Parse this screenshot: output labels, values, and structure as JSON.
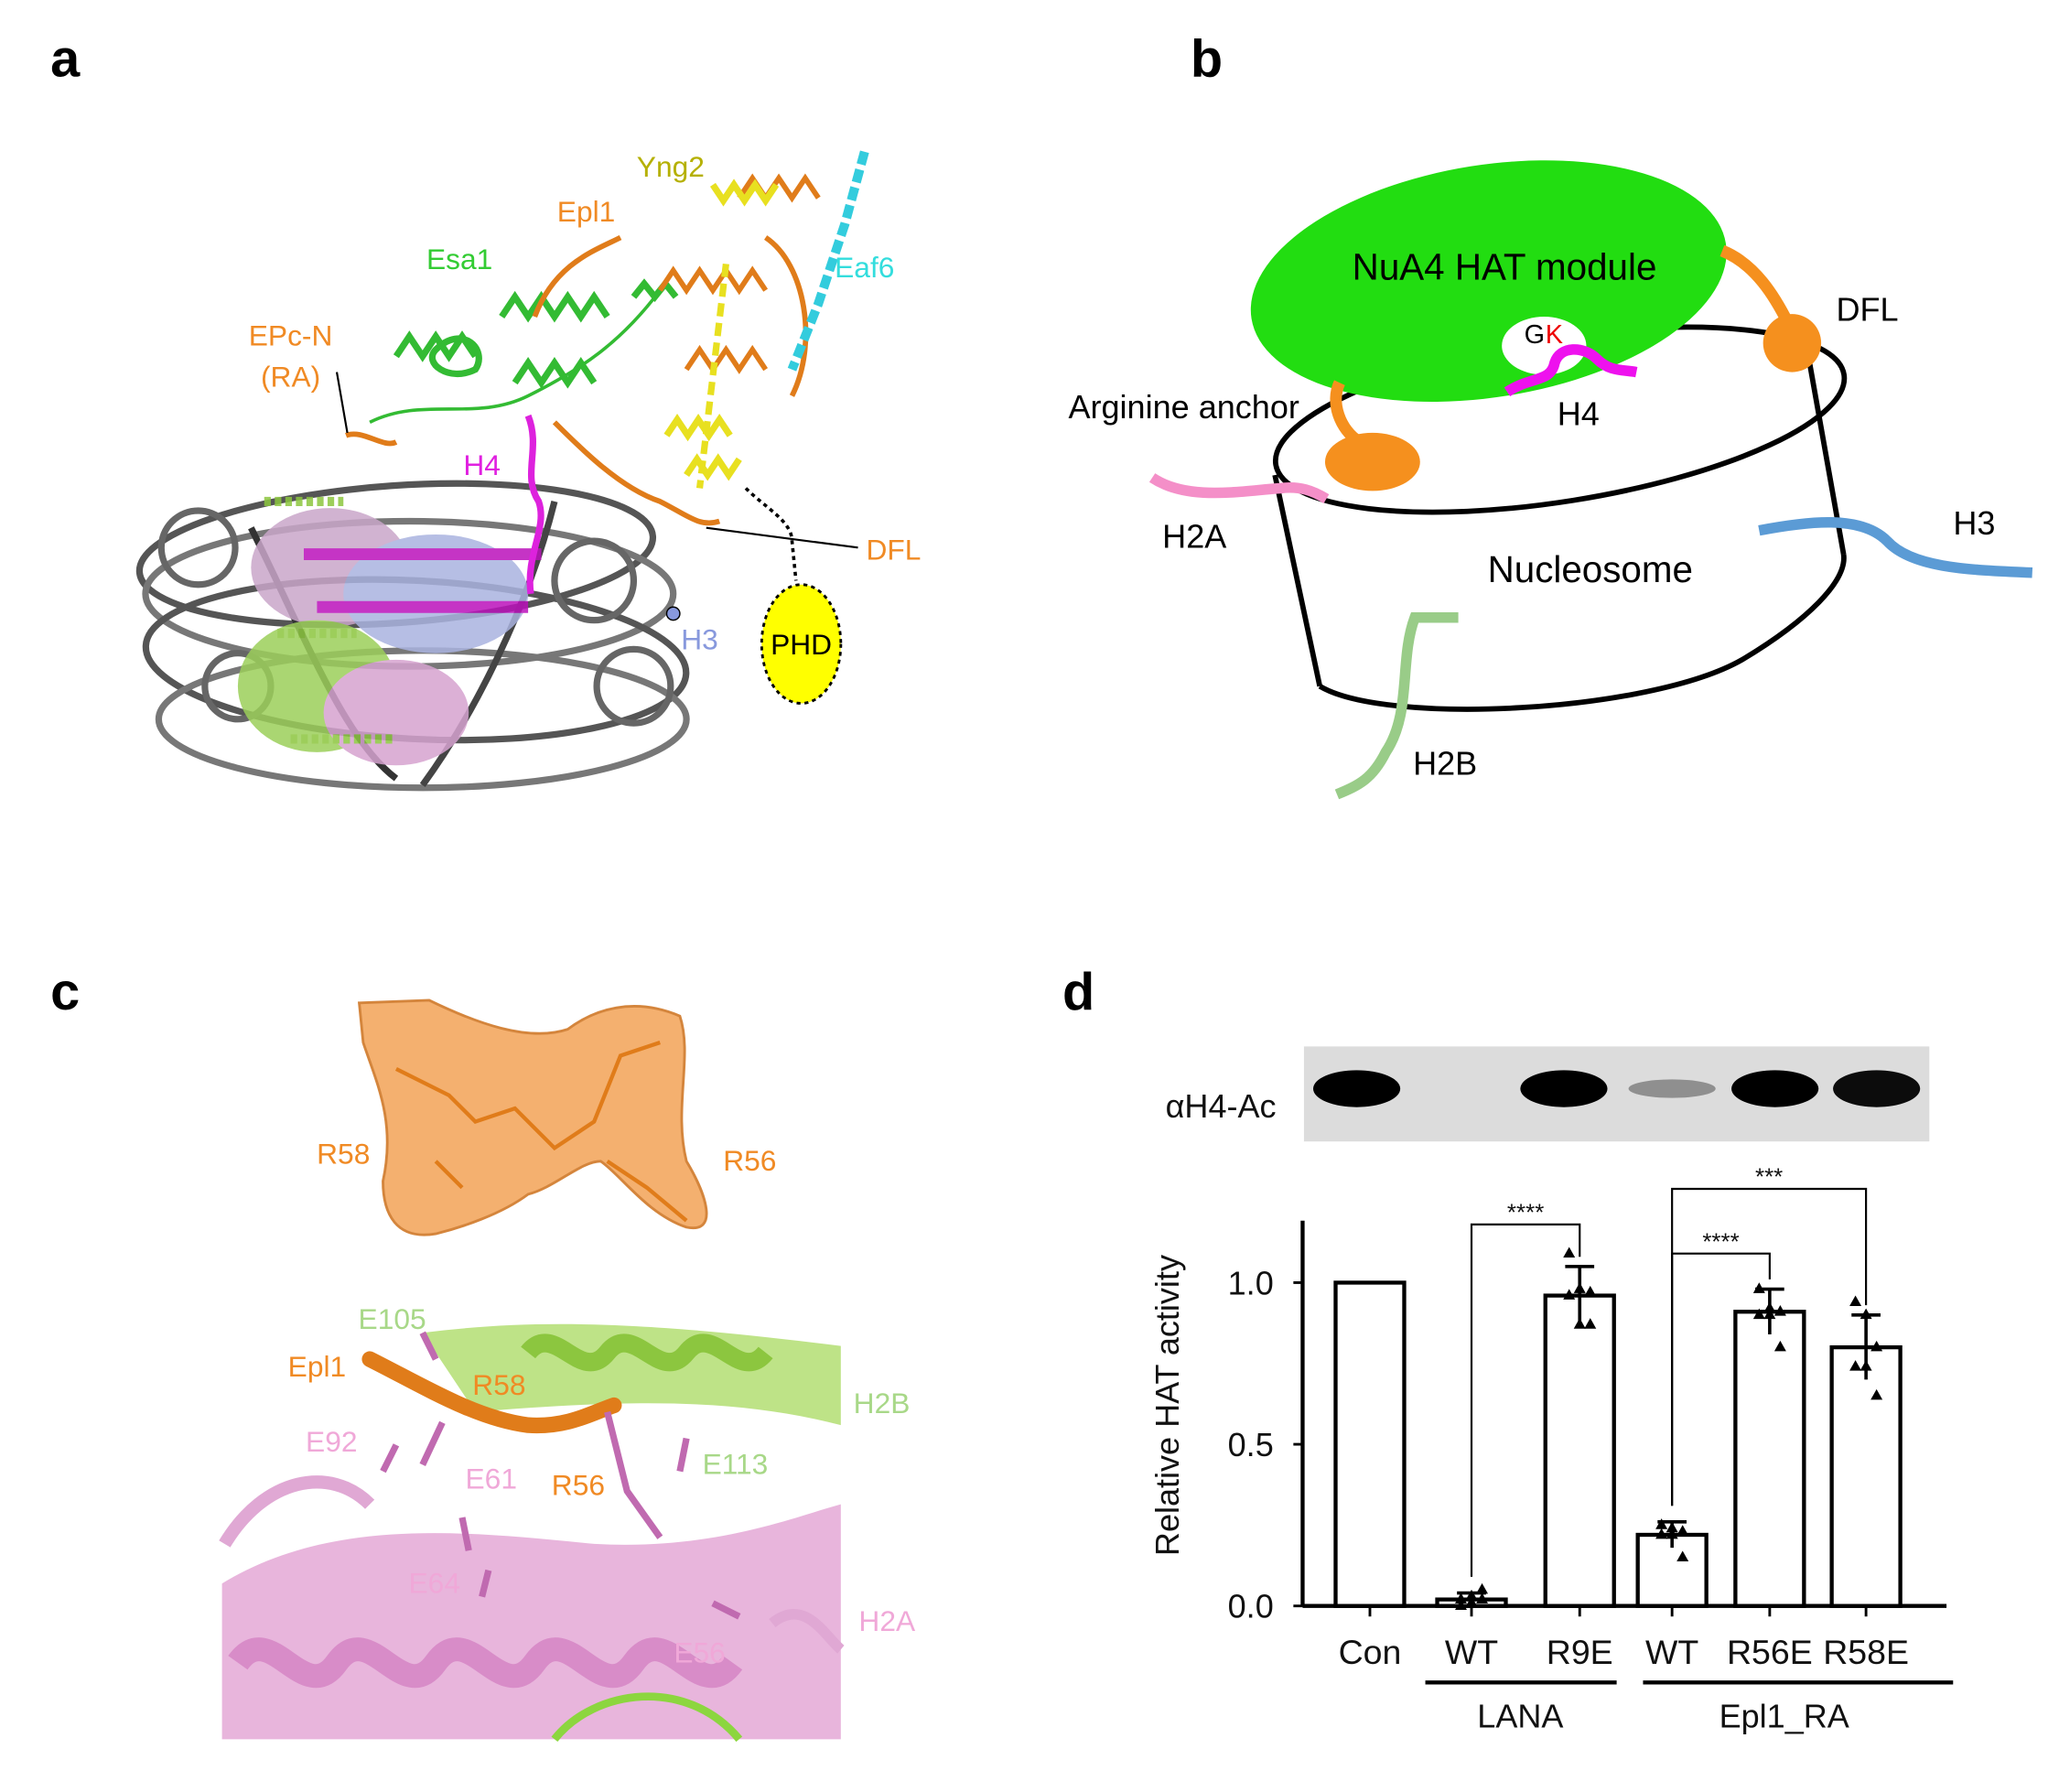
{
  "panels": {
    "a": {
      "label": "a",
      "labels": {
        "yng2": "Yng2",
        "epl1": "Epl1",
        "esa1": "Esa1",
        "eaf6": "Eaf6",
        "epcn": "EPc-N",
        "ra": "(RA)",
        "h4": "H4",
        "dfl": "DFL",
        "h3": "H3",
        "phd": "PHD"
      },
      "colors": {
        "yng2": "#b5b000",
        "epl1": "#f08a24",
        "esa1": "#33cc33",
        "eaf6": "#33dddd",
        "h4": "#e020e0",
        "h3": "#8899dd",
        "phd": "#ffff00"
      }
    },
    "b": {
      "label": "b",
      "labels": {
        "module": "NuA4 HAT module",
        "g": "G",
        "k": "K",
        "dfl": "DFL",
        "anchor": "Arginine anchor",
        "h4": "H4",
        "h2a": "H2A",
        "h3": "H3",
        "nucleosome": "Nucleosome",
        "h2b": "H2B"
      },
      "colors": {
        "module": "#22dd11",
        "anchor": "#f5901e",
        "h4": "#ee11ee",
        "h2a": "#f48fc8",
        "h3": "#5b9bd5",
        "h2b": "#99cc88"
      }
    },
    "c": {
      "label": "c",
      "labels": {
        "r58_density": "R58",
        "r56_density": "R56",
        "e105": "E105",
        "epl1": "Epl1",
        "r58": "R58",
        "h2b": "H2B",
        "e92": "E92",
        "e61": "E61",
        "r56": "R56",
        "e113": "E113",
        "e64": "E64",
        "h2a": "H2A",
        "e56": "E56"
      }
    },
    "d": {
      "label": "d",
      "blot_label": "αH4-Ac",
      "blot_band_intensity": [
        1.0,
        0.02,
        1.0,
        0.35,
        1.0,
        0.95
      ]
    }
  },
  "chart_data": {
    "type": "bar",
    "title": "",
    "xlabel": "",
    "ylabel": "Relative HAT activity",
    "ylim": [
      0,
      1.2
    ],
    "yticks": [
      "0.0",
      "0.5",
      "1.0"
    ],
    "ytick_values": [
      0,
      0.5,
      1.0
    ],
    "categories": [
      "Con",
      "WT",
      "R9E",
      "WT",
      "R56E",
      "R58E"
    ],
    "groups": [
      {
        "name": "LANA",
        "members": [
          1,
          2
        ]
      },
      {
        "name": "Epl1_RA",
        "members": [
          3,
          4,
          5
        ]
      }
    ],
    "values": [
      1.0,
      0.02,
      0.96,
      0.22,
      0.91,
      0.8
    ],
    "errors": [
      0,
      0.02,
      0.09,
      0.04,
      0.07,
      0.1
    ],
    "points": [
      [],
      [
        0.0,
        0.01,
        0.02,
        0.02,
        0.03,
        0.05
      ],
      [
        1.09,
        0.98,
        0.97,
        0.96,
        0.87,
        0.87
      ],
      [
        0.25,
        0.24,
        0.23,
        0.22,
        0.22,
        0.15
      ],
      [
        0.98,
        0.92,
        0.91,
        0.9,
        0.9,
        0.8
      ],
      [
        0.94,
        0.9,
        0.8,
        0.74,
        0.74,
        0.65
      ]
    ],
    "significance": [
      {
        "from": 1,
        "to": 2,
        "label": "****",
        "level": 1.18
      },
      {
        "from": 3,
        "to": 4,
        "label": "****",
        "level": 1.09
      },
      {
        "from": 3,
        "to": 5,
        "label": "***",
        "level": 1.29
      }
    ]
  }
}
